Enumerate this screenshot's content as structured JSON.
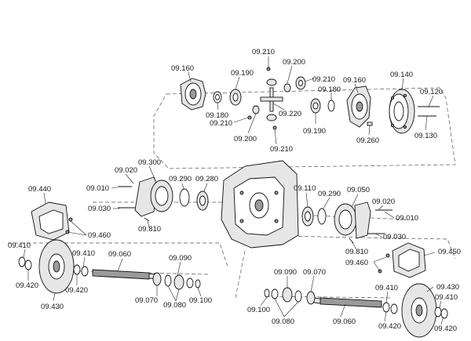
{
  "labels": {
    "l_09_210_a": "09.210",
    "l_09_200_a": "09.200",
    "l_09_210_b": "09.210",
    "l_09_160_a": "09.160",
    "l_09_190_a": "09.190",
    "l_09_160_b": "09.160",
    "l_09_140": "09.140",
    "l_09_120": "09.120",
    "l_09_180_a": "09.180",
    "l_09_180_b": "09.180",
    "l_09_210_c": "09.210",
    "l_09_220": "09.220",
    "l_09_190_b": "09.190",
    "l_09_200_b": "09.200",
    "l_09_260": "09.260",
    "l_09_130": "09.130",
    "l_09_210_d": "09.210",
    "l_09_300": "09.300",
    "l_09_020_a": "09.020",
    "l_09_290_a": "09.290",
    "l_09_280": "09.280",
    "l_09_010_a": "09.010",
    "l_09_440": "09.440",
    "l_09_110": "09.110",
    "l_09_290_b": "09.290",
    "l_09_050": "09.050",
    "l_09_020_b": "09.020",
    "l_09_030_a": "09.030",
    "l_09_010_b": "09.010",
    "l_09_810_a": "09.810",
    "l_09_460_a": "09.460",
    "l_09_030_b": "09.030",
    "l_09_410_a": "09.410",
    "l_09_810_b": "09.810",
    "l_09_450": "09.450",
    "l_09_410_b": "09.410",
    "l_09_060_a": "09.060",
    "l_09_090_a": "09.090",
    "l_09_460_b": "09.460",
    "l_09_420_a": "09.420",
    "l_09_420_b": "09.420",
    "l_09_070_a": "09.070",
    "l_09_080_a": "09.080",
    "l_09_100_a": "09.100",
    "l_09_430_a": "09.430",
    "l_09_090_b": "09.090",
    "l_09_070_b": "09.070",
    "l_09_430_b": "09.430",
    "l_09_410_c": "09.410",
    "l_09_410_d": "09.410",
    "l_09_100_b": "09.100",
    "l_09_080_b": "09.080",
    "l_09_060_b": "09.060",
    "l_09_420_c": "09.420",
    "l_09_420_d": "09.420"
  }
}
